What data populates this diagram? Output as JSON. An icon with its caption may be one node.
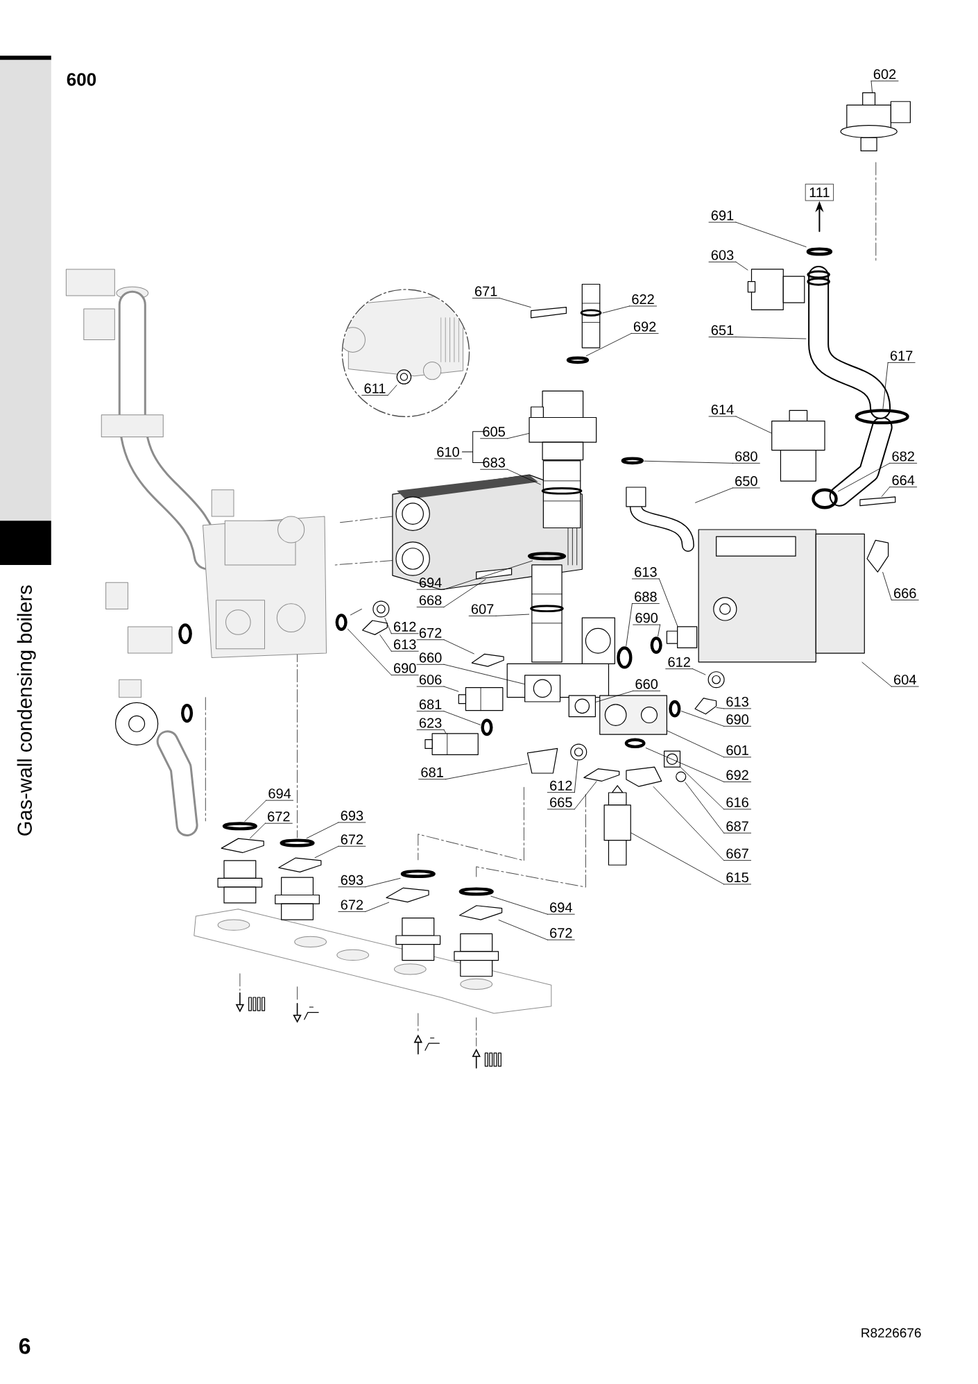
{
  "diagram": {
    "title": "600",
    "nodes": [
      {
        "text": [
          "602"
        ]
      },
      {
        "text": [
          "111"
        ]
      },
      {
        "text": [
          "691"
        ]
      },
      {
        "text": [
          "603"
        ]
      },
      {
        "text": [
          "671"
        ]
      },
      {
        "text": [
          "622"
        ]
      },
      {
        "text": [
          "692"
        ]
      },
      {
        "text": [
          "651"
        ]
      },
      {
        "text": [
          "617"
        ]
      },
      {
        "text": [
          "611"
        ]
      },
      {
        "text": [
          "614"
        ]
      },
      {
        "text": [
          "605"
        ]
      },
      {
        "text": [
          "610"
        ]
      },
      {
        "text": [
          "683"
        ]
      },
      {
        "text": [
          "680"
        ]
      },
      {
        "text": [
          "682"
        ]
      },
      {
        "text": [
          "650"
        ]
      },
      {
        "text": [
          "664"
        ]
      },
      {
        "text": [
          "613"
        ]
      },
      {
        "text": [
          "694"
        ]
      },
      {
        "text": [
          "666"
        ]
      },
      {
        "text": [
          "688"
        ]
      },
      {
        "text": [
          "668"
        ]
      },
      {
        "text": [
          "607"
        ]
      },
      {
        "text": [
          "690"
        ]
      },
      {
        "text": [
          "612"
        ]
      },
      {
        "text": [
          "672"
        ]
      },
      {
        "text": [
          "613"
        ]
      },
      {
        "text": [
          "660"
        ]
      },
      {
        "text": [
          "612"
        ]
      },
      {
        "text": [
          "690"
        ]
      },
      {
        "text": [
          "606"
        ]
      },
      {
        "text": [
          "604"
        ]
      },
      {
        "text": [
          "660"
        ]
      },
      {
        "text": [
          "613"
        ]
      },
      {
        "text": [
          "681"
        ]
      },
      {
        "text": [
          "690"
        ]
      },
      {
        "text": [
          "623"
        ]
      },
      {
        "text": [
          "601"
        ]
      },
      {
        "text": [
          "681"
        ]
      },
      {
        "text": [
          "692"
        ]
      },
      {
        "text": [
          "612"
        ]
      },
      {
        "text": [
          "694"
        ]
      },
      {
        "text": [
          "665"
        ]
      },
      {
        "text": [
          "616"
        ]
      },
      {
        "text": [
          "693"
        ]
      },
      {
        "text": [
          "672"
        ]
      },
      {
        "text": [
          "687"
        ]
      },
      {
        "text": [
          "672"
        ]
      },
      {
        "text": [
          "667"
        ]
      },
      {
        "text": [
          "615"
        ]
      },
      {
        "text": [
          "693"
        ]
      },
      {
        "text": [
          "672"
        ]
      },
      {
        "text": [
          "694"
        ]
      },
      {
        "text": [
          "672"
        ]
      },
      {
        "text": [],
        "shape": "picture"
      },
      {
        "text": [],
        "shape": "circle"
      },
      {
        "text": [],
        "shape": "box"
      },
      {
        "text": [],
        "shape": "bar"
      },
      {
        "text": [],
        "shape": "picture"
      },
      {
        "text": [],
        "shape": "circle"
      },
      {
        "text": [],
        "shape": "picture"
      },
      {
        "text": [],
        "shape": "circle"
      },
      {
        "text": [],
        "shape": "circle"
      },
      {
        "text": [],
        "shape": "picture"
      },
      {
        "text": [],
        "shape": "picture"
      },
      {
        "text": [],
        "shape": "picture"
      },
      {
        "text": [],
        "shape": "circle"
      },
      {
        "text": [],
        "shape": "circle"
      },
      {
        "text": [],
        "shape": "picture"
      },
      {
        "text": [],
        "shape": "bar"
      },
      {
        "text": [],
        "shape": "box"
      },
      {
        "text": [],
        "shape": "circle"
      },
      {
        "text": [],
        "shape": "box"
      },
      {
        "text": [],
        "shape": "circle"
      },
      {
        "text": [],
        "shape": "bar"
      },
      {
        "text": [],
        "shape": "picture"
      },
      {
        "text": [],
        "shape": "circle"
      },
      {
        "text": [],
        "shape": "circle"
      },
      {
        "text": [],
        "shape": "box"
      },
      {
        "text": [],
        "shape": "box"
      },
      {
        "text": [],
        "shape": "box"
      },
      {
        "text": [],
        "shape": "circle"
      },
      {
        "text": [],
        "shape": "circle"
      },
      {
        "text": [],
        "shape": "box"
      },
      {
        "text": [],
        "shape": "picture"
      },
      {
        "text": [],
        "shape": "box"
      },
      {
        "text": [],
        "shape": "box"
      },
      {
        "text": [],
        "shape": "circle"
      },
      {
        "text": [],
        "shape": "circle"
      },
      {
        "text": [],
        "shape": "box"
      },
      {
        "text": [],
        "shape": "picture"
      },
      {
        "text": [],
        "shape": "box"
      },
      {
        "text": [],
        "shape": "circle"
      },
      {
        "text": [],
        "shape": "circle"
      },
      {
        "text": [],
        "shape": "circle"
      },
      {
        "text": [],
        "shape": "box"
      },
      {
        "text": [],
        "shape": "box"
      },
      {
        "text": [],
        "shape": "circle"
      },
      {
        "text": [],
        "shape": "box"
      },
      {
        "text": [],
        "shape": "circle"
      },
      {
        "text": [],
        "shape": "box"
      },
      {
        "text": [],
        "shape": "box"
      },
      {
        "text": [],
        "shape": "picture"
      },
      {
        "text": [],
        "shape": "circle"
      },
      {
        "text": [],
        "shape": "box"
      },
      {
        "text": [],
        "shape": "circle"
      },
      {
        "text": [],
        "shape": "box"
      }
    ],
    "edges": [
      {
        "from": 0,
        "to": 55,
        "arrow": "none"
      },
      {
        "from": null,
        "to": 1,
        "arrow": "to"
      },
      {
        "from": 2,
        "to": 56,
        "arrow": "none"
      },
      {
        "from": 3,
        "to": 57,
        "arrow": "none"
      },
      {
        "from": 4,
        "to": 58,
        "arrow": "none"
      },
      {
        "from": 5,
        "to": 59,
        "arrow": "none"
      },
      {
        "from": 6,
        "to": 60,
        "arrow": "none"
      },
      {
        "from": 7,
        "to": 61,
        "arrow": "none"
      },
      {
        "from": 8,
        "to": 62,
        "arrow": "none"
      },
      {
        "from": 9,
        "to": 63,
        "arrow": "none"
      },
      {
        "from": 10,
        "to": 64,
        "arrow": "none"
      },
      {
        "from": 11,
        "to": 65,
        "arrow": "none"
      },
      {
        "from": 13,
        "to": 66,
        "arrow": "none"
      },
      {
        "from": 14,
        "to": 67,
        "arrow": "none"
      },
      {
        "from": 15,
        "to": 68,
        "arrow": "none"
      },
      {
        "from": 16,
        "to": 69,
        "arrow": "none"
      },
      {
        "from": 17,
        "to": 70,
        "arrow": "none"
      },
      {
        "from": 18,
        "to": 71,
        "arrow": "none"
      },
      {
        "from": 19,
        "to": 72,
        "arrow": "none"
      },
      {
        "from": 20,
        "to": 73,
        "arrow": "none"
      },
      {
        "from": 21,
        "to": 74,
        "arrow": "none"
      },
      {
        "from": 22,
        "to": 75,
        "arrow": "none"
      },
      {
        "from": 23,
        "to": 76,
        "arrow": "none"
      },
      {
        "from": 24,
        "to": 77,
        "arrow": "none"
      },
      {
        "from": 25,
        "to": 78,
        "arrow": "none"
      },
      {
        "from": 26,
        "to": 79,
        "arrow": "none"
      },
      {
        "from": 27,
        "to": 80,
        "arrow": "none"
      },
      {
        "from": 28,
        "to": 81,
        "arrow": "none"
      },
      {
        "from": 29,
        "to": 82,
        "arrow": "none"
      },
      {
        "from": 30,
        "to": 83,
        "arrow": "none"
      },
      {
        "from": 31,
        "to": 84,
        "arrow": "none"
      },
      {
        "from": 32,
        "to": 85,
        "arrow": "none"
      },
      {
        "from": 33,
        "to": 86,
        "arrow": "none"
      },
      {
        "from": 34,
        "to": 87,
        "arrow": "none"
      },
      {
        "from": 35,
        "to": 88,
        "arrow": "none"
      },
      {
        "from": 36,
        "to": 89,
        "arrow": "none"
      },
      {
        "from": 37,
        "to": 90,
        "arrow": "none"
      },
      {
        "from": 38,
        "to": 91,
        "arrow": "none"
      },
      {
        "from": 39,
        "to": 92,
        "arrow": "none"
      },
      {
        "from": 40,
        "to": 93,
        "arrow": "none"
      },
      {
        "from": 41,
        "to": 94,
        "arrow": "none"
      },
      {
        "from": 42,
        "to": 95,
        "arrow": "none"
      },
      {
        "from": 43,
        "to": 96,
        "arrow": "none"
      },
      {
        "from": 44,
        "to": 97,
        "arrow": "none"
      },
      {
        "from": 45,
        "to": 98,
        "arrow": "none"
      },
      {
        "from": 46,
        "to": 99,
        "arrow": "none"
      },
      {
        "from": 47,
        "to": 100,
        "arrow": "none"
      },
      {
        "from": 48,
        "to": 101,
        "arrow": "none"
      },
      {
        "from": 49,
        "to": 102,
        "arrow": "none"
      },
      {
        "from": 50,
        "to": 103,
        "arrow": "none"
      },
      {
        "from": 51,
        "to": 104,
        "arrow": "none"
      },
      {
        "from": 52,
        "to": 105,
        "arrow": "none"
      },
      {
        "from": 53,
        "to": 106,
        "arrow": "none"
      },
      {
        "from": 54,
        "to": 107,
        "arrow": "none"
      }
    ],
    "labels": [
      "Gas-wall condensing boilers",
      "R8226676",
      "6"
    ]
  }
}
